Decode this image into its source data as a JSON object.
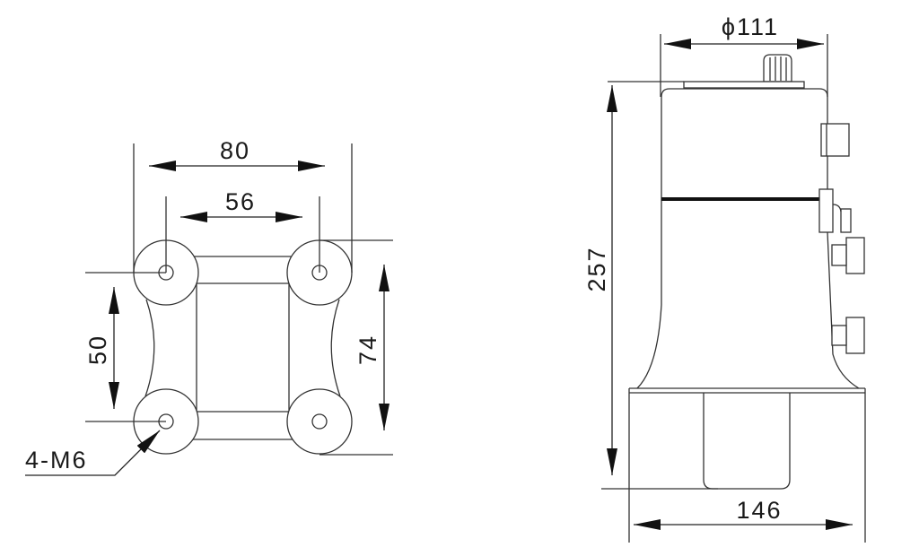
{
  "drawing": {
    "mount_view": {
      "width_outer": "80",
      "width_holes": "56",
      "height_holes": "50",
      "height_outer": "74",
      "hole_note": "4-M6"
    },
    "side_view": {
      "diameter": "ϕ111",
      "height": "257",
      "base_width": "146"
    }
  }
}
